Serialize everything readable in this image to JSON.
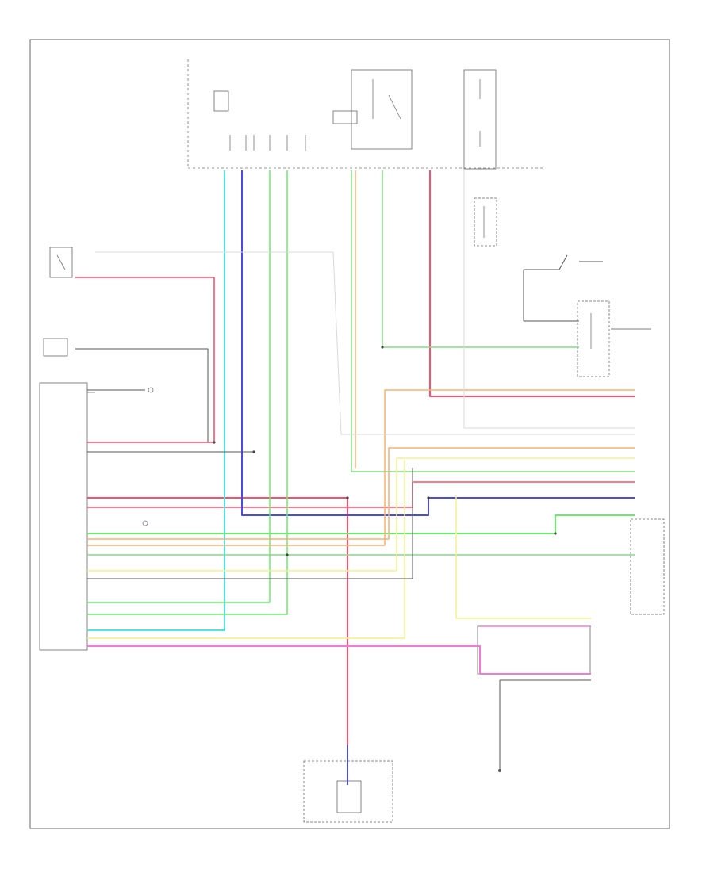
{
  "page": {
    "footer_code": "",
    "background": "#ffffff",
    "frame_color": "#666666"
  },
  "wire_colors": {
    "red": "#ff4d6d",
    "cyan": "#4fe3e3",
    "blue": "#4a4ae6",
    "green": "#66ee66",
    "light_green": "#7fe07f",
    "orange": "#f5b070",
    "yellow": "#f2f28a",
    "pink": "#f07ad8",
    "gray": "#bbbbbb",
    "black": "#555555",
    "pale": "#d8d8d8"
  },
  "components": [
    {
      "id": "fuse-box",
      "label": ""
    },
    {
      "id": "underdash-fuse",
      "label": ""
    },
    {
      "id": "remote-switch",
      "label": ""
    },
    {
      "id": "under-hood-switch",
      "label": ""
    },
    {
      "id": "control-unit",
      "label": ""
    },
    {
      "id": "battery",
      "label": ""
    },
    {
      "id": "starter-motor",
      "label": ""
    },
    {
      "id": "security-indicator",
      "label": ""
    },
    {
      "id": "connector-bottom",
      "label": ""
    },
    {
      "id": "horn",
      "label": ""
    }
  ]
}
